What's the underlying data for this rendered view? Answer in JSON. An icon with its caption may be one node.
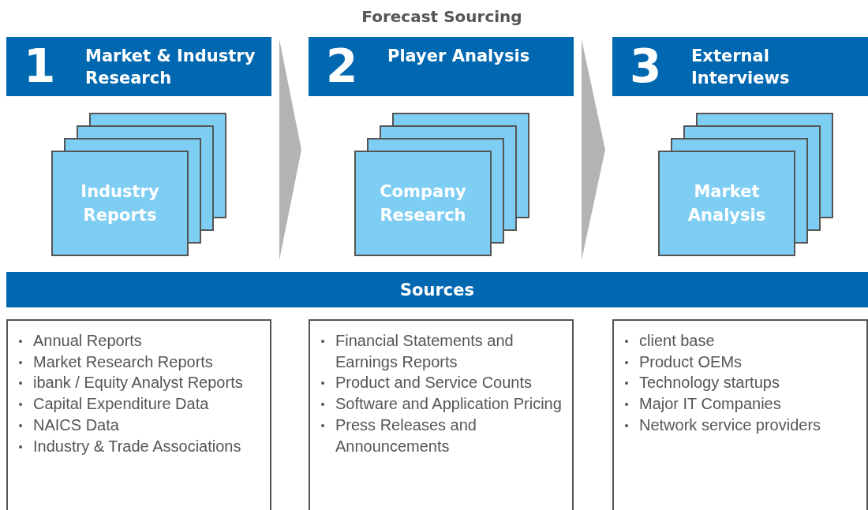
{
  "diagram": {
    "title": "Forecast Sourcing",
    "nodes": [
      {
        "text": [
          "1",
          "Market & Industry Research"
        ]
      },
      {
        "text": [
          "Industry Reports"
        ]
      },
      {
        "text": [
          "2",
          "Player Analysis"
        ]
      },
      {
        "text": [
          "Company Research"
        ]
      },
      {
        "text": [
          "3",
          "External Interviews"
        ]
      },
      {
        "text": [
          "Market Analysis"
        ]
      },
      {
        "text": [
          "Sources"
        ]
      },
      {
        "text": [
          "Annual Reports",
          "Market Research Reports",
          "ibank / Equity Analyst Reports",
          "Capital Expenditure Data",
          "NAICS Data",
          "Industry & Trade Associations"
        ]
      },
      {
        "text": [
          "Financial Statements and Earnings Reports",
          "Product and Service Counts",
          "Software and Application Pricing",
          "Press Releases and Announcements"
        ]
      },
      {
        "text": [
          "client base",
          "Product OEMs",
          "Technology startups",
          "Major IT Companies",
          "Network service providers"
        ]
      }
    ],
    "edges": [
      {
        "from": 1,
        "to": 3,
        "arrow": "to"
      },
      {
        "from": 3,
        "to": 5,
        "arrow": "to"
      }
    ]
  }
}
